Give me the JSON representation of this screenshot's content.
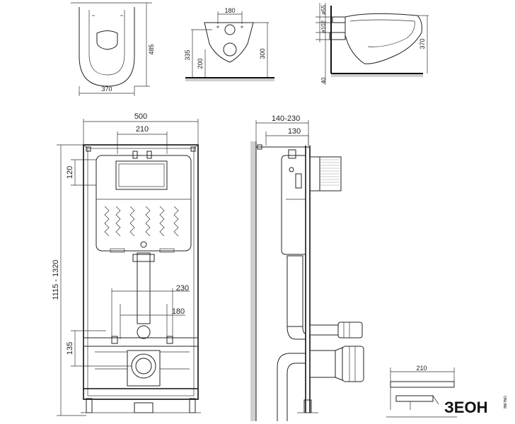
{
  "top_views": {
    "bowl_top": {
      "depth": "485",
      "width": "370"
    },
    "bowl_front": {
      "hole_spacing": "180",
      "height_a": "335",
      "height_b": "200",
      "height_c": "300"
    },
    "bowl_side": {
      "diam_a": "ø55",
      "diam_b": "ø102",
      "height": "370",
      "offset": "40"
    }
  },
  "frame_front": {
    "width": "500",
    "inner_width": "210",
    "cistern_height": "120",
    "height_range": "1115 - 1320",
    "stud_spacing_wide": "230",
    "stud_spacing_narrow": "180",
    "drain_height": "135"
  },
  "frame_side": {
    "depth_range": "140-230",
    "depth": "130"
  },
  "detail": {
    "width": "210"
  },
  "logo": {
    "brand": "ЗЕОН",
    "side_text": "ONLINE"
  }
}
